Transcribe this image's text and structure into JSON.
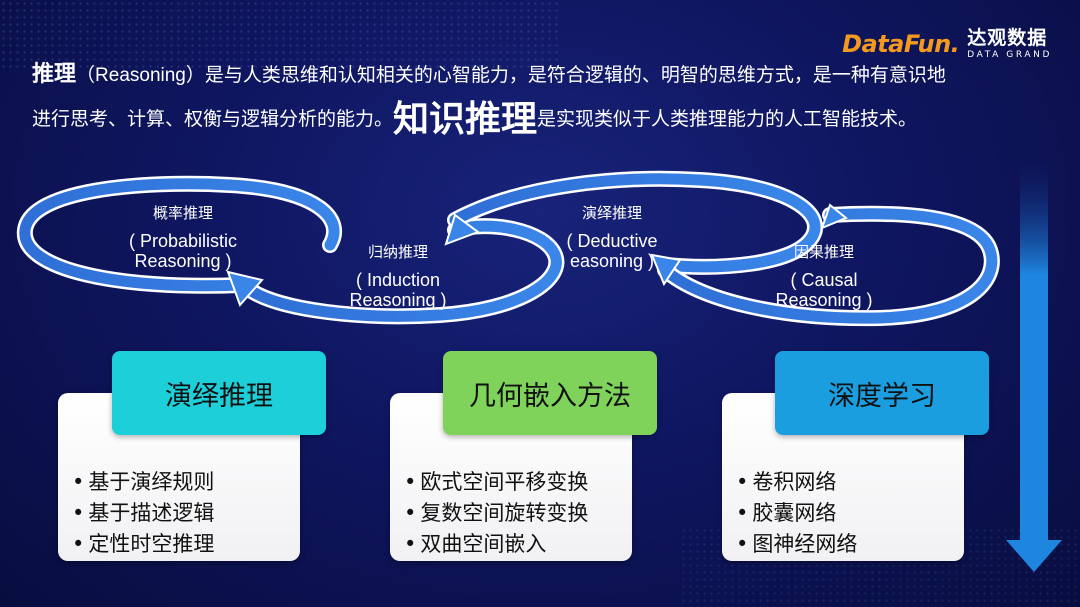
{
  "logo": {
    "mark": "DataFun.",
    "cn": "达观数据",
    "en": "DATA GRAND"
  },
  "intro": {
    "line1_term": "推理",
    "line1_paren_open": "（",
    "line1_en": "Reasoning",
    "line1_paren_close": "）",
    "line1_rest": "是与人类思维和认知相关的心智能力，是符合逻辑的、明智的思维方式，是一种有意识地",
    "line2_start": "进行思考、计算、权衡与逻辑分析的能力。",
    "line2_big": "知识推理",
    "line2_rest": "是实现类似于人类推理能力的人工智能技术。"
  },
  "loops": [
    {
      "cn": "概率推理",
      "en": "（ Probabilistic Reasoning ）"
    },
    {
      "cn": "归纳推理",
      "en": "（ Induction Reasoning ）"
    },
    {
      "cn": "演绎推理",
      "en": "（ Deductive Reasoning ）"
    },
    {
      "cn": "因果推理",
      "en": "（ Causal Reasoning ）"
    }
  ],
  "loop_labels": {
    "prob_cn": "概率推理",
    "prob_en1": "( Probabilistic",
    "prob_en2": "Reasoning )",
    "ind_cn": "归纳推理",
    "ind_en1": "( Induction",
    "ind_en2": "Reasoning )",
    "ded_cn": "演绎推理",
    "ded_en1": "( Deductive",
    "ded_en2": "easoning )",
    "cau_cn": "因果推理",
    "cau_en1": "( Causal",
    "cau_en2": "Reasoning )"
  },
  "cards": [
    {
      "title": "演绎推理",
      "color": "#1ccfd9",
      "items": [
        "基于演绎规则",
        "基于描述逻辑",
        "定性时空推理"
      ]
    },
    {
      "title": "几何嵌入方法",
      "color": "#7fd35b",
      "items": [
        "欧式空间平移变换",
        "复数空间旋转变换",
        "双曲空间嵌入"
      ]
    },
    {
      "title": "深度学习",
      "color": "#1b9ee0",
      "items": [
        "卷积网络",
        "胶囊网络",
        "图神经网络"
      ]
    }
  ],
  "colors": {
    "background": "#0f1660",
    "loop_blue": "#2f6fd6",
    "loop_outline": "#ffffff",
    "arrow_blue": "#1f86e0",
    "logo_orange": "#f39a1d"
  }
}
